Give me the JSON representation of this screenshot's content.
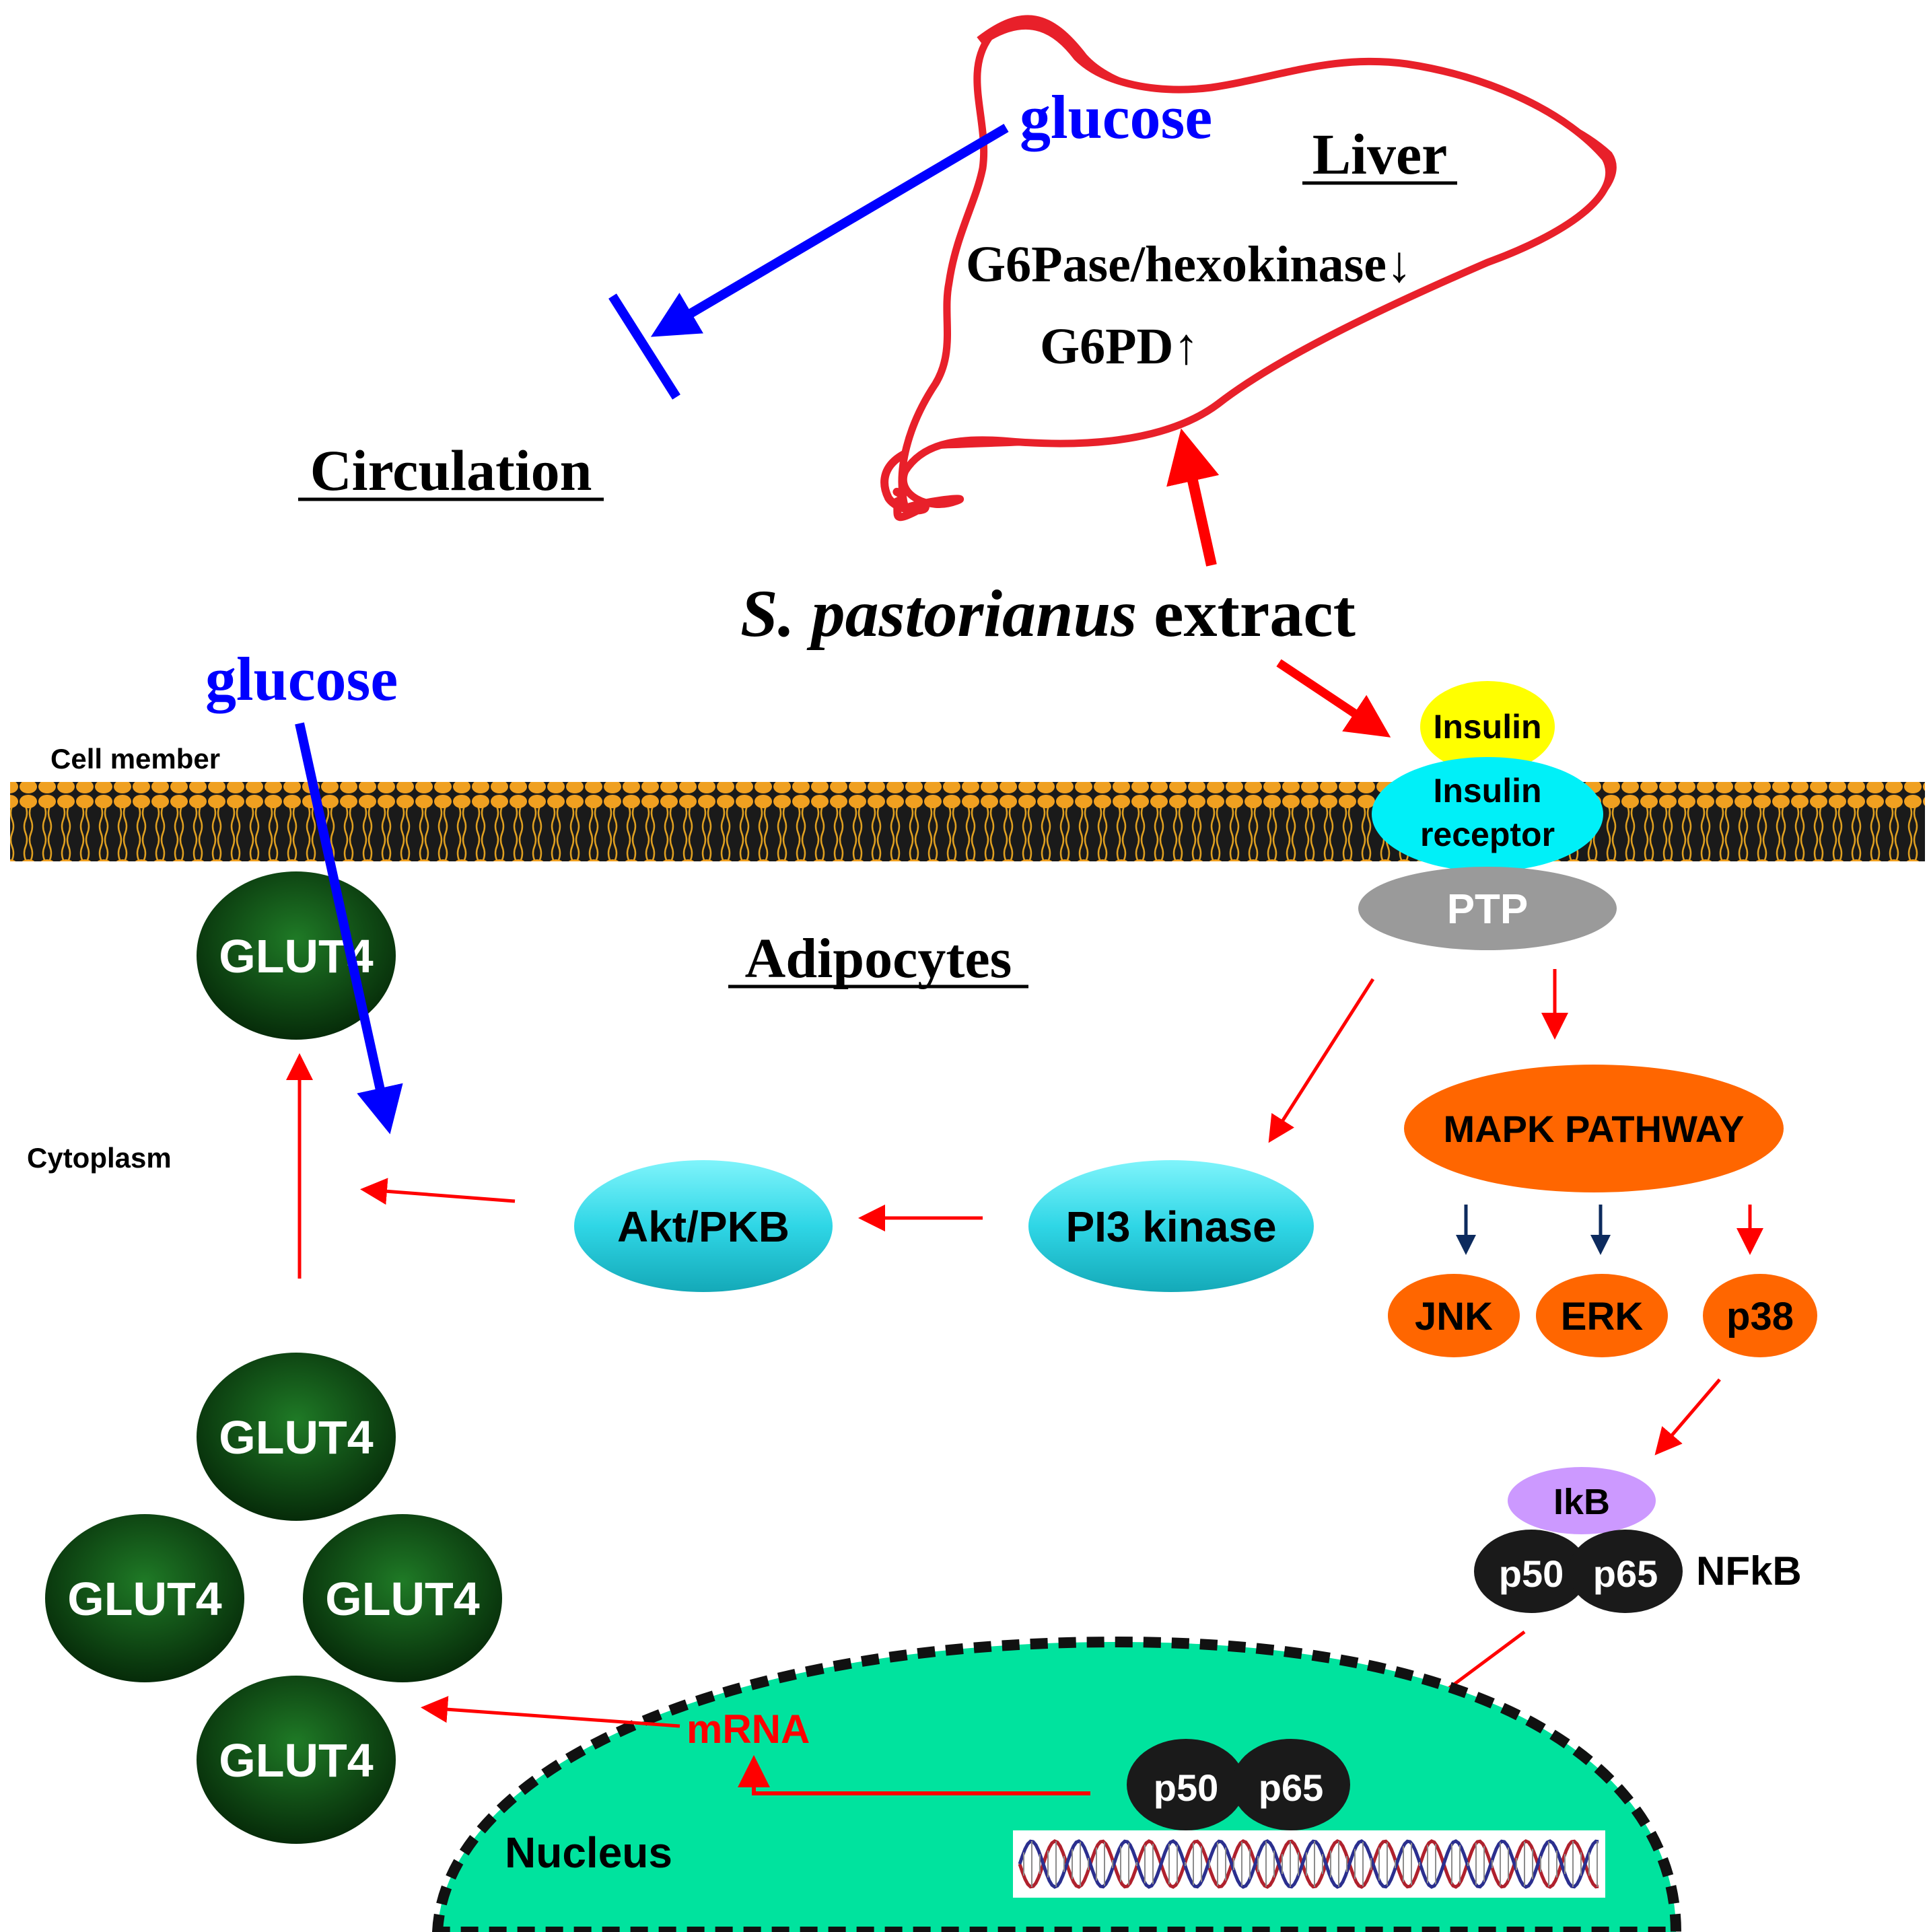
{
  "liver": {
    "title": "Liver",
    "enzyme_line": "G6Pase/hexokinase",
    "enzyme_arrow": "↓",
    "g6pd": "G6PD",
    "g6pd_arrow": "↑",
    "outline_color": "#e8202a"
  },
  "circulation": {
    "label": "Circulation",
    "glucose": "glucose"
  },
  "extract": {
    "species": "S. pastorianus",
    "word": " extract"
  },
  "membrane": {
    "label": "Cell member",
    "glucose": "glucose",
    "cytoplasm_label": "Cytoplasm",
    "adipocytes_label": "Adipocytes"
  },
  "receptor": {
    "insulin": "Insulin",
    "receptor_line1": "Insulin",
    "receptor_line2": "receptor",
    "ptp": "PTP"
  },
  "pathway": {
    "pi3k": "PI3 kinase",
    "akt": "Akt/PKB",
    "mapk": "MAPK PATHWAY",
    "jnk": "JNK",
    "erk": "ERK",
    "p38": "p38",
    "ikb": "IkB",
    "p50": "p50",
    "p65": "p65",
    "nfkb": "NFkB"
  },
  "glut4": {
    "label": "GLUT4"
  },
  "nucleus": {
    "label": "Nucleus",
    "mrna": "mRNA",
    "p50": "p50",
    "p65": "p65"
  },
  "colors": {
    "red_arrow": "#ff0000",
    "blue_arrow": "#0000ff",
    "navy_arrow": "#0d2b5e",
    "cyan_node": "#33e0ee",
    "orange_node": "#ff6600",
    "glut4_green": "#0d4a12",
    "nucleus_fill": "#00e39e",
    "insulin_yellow": "#ffff00",
    "ptp_gray": "#9a9a9a",
    "ikb_purple": "#cc99ff"
  }
}
